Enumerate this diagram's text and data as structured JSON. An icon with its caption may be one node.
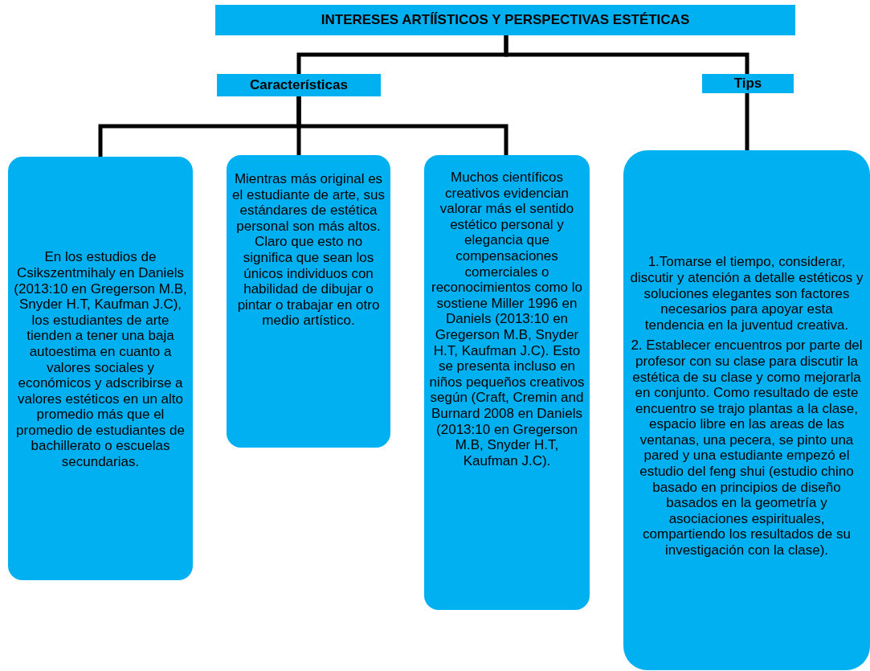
{
  "diagram": {
    "nodes": [
      {
        "text": [
          "INTERESES ARTÍÍSTICOS Y PERSPECTIVAS ESTÉTICAS"
        ]
      },
      {
        "text": [
          "Características"
        ]
      },
      {
        "text": [
          "Tips"
        ]
      },
      {
        "text": [
          "En los estudios de Csikszentmihaly en Daniels (2013:10 en Gregerson M.B, Snyder H.T, Kaufman J.C), los estudiantes de arte tienden a tener una baja autoestima en cuanto a valores sociales y económicos y adscribirse a valores estéticos en un alto promedio más que el promedio de estudiantes de bachillerato o escuelas secundarias."
        ]
      },
      {
        "text": [
          "Mientras más original es el estudiante de arte, sus estándares de estética personal son más altos. Claro que esto no significa que sean los únicos individuos con habilidad de dibujar o pintar o trabajar en otro medio artístico."
        ]
      },
      {
        "text": [
          "Muchos científicos creativos evidencian valorar más el sentido estético personal y elegancia que compensaciones comerciales o reconocimientos como lo sostiene Miller 1996 en Daniels (2013:10 en Gregerson M.B, Snyder H.T, Kaufman J.C). Esto se presenta incluso en niños pequeños creativos según (Craft, Cremin and Burnard 2008 en Daniels (2013:10 en Gregerson M.B, Snyder H.T, Kaufman J.C)."
        ]
      },
      {
        "text": [
          "1.Tomarse el tiempo, considerar, discutir y atención a detalle estéticos y soluciones elegantes son factores necesarios para apoyar esta tendencia en la juventud creativa.",
          "2. Establecer encuentros por parte del profesor con su clase para discutir la estética de su clase y como mejorarla en conjunto. Como resultado de este encuentro se trajo plantas a la clase, espacio libre en las areas de las ventanas, una pecera, se pinto una pared y una estudiante empezó el estudio del feng shui (estudio chino basado en principios de diseño basados en la geometría y asociaciones espirituales, compartiendo los resultados de su investigación con la clase)."
        ]
      }
    ],
    "edges": [
      {
        "from": 0,
        "to": 1,
        "arrow": "none"
      },
      {
        "from": 0,
        "to": 2,
        "arrow": "none"
      },
      {
        "from": 1,
        "to": 3,
        "arrow": "none"
      },
      {
        "from": 1,
        "to": 4,
        "arrow": "none"
      },
      {
        "from": 1,
        "to": 5,
        "arrow": "none"
      },
      {
        "from": 2,
        "to": 6,
        "arrow": "none"
      }
    ]
  }
}
